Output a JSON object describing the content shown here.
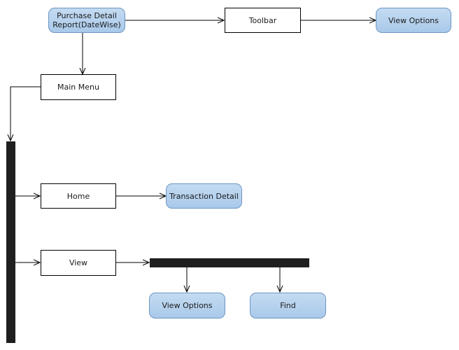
{
  "nodes": {
    "purchase_report": "Purchase Detail Report(DateWise)",
    "toolbar": "Toolbar",
    "view_options_top": "View Options",
    "main_menu": "Main Menu",
    "home": "Home",
    "transaction_detail": "Transaction Detail",
    "view": "View",
    "view_options_bottom": "View Options",
    "find": "Find"
  }
}
